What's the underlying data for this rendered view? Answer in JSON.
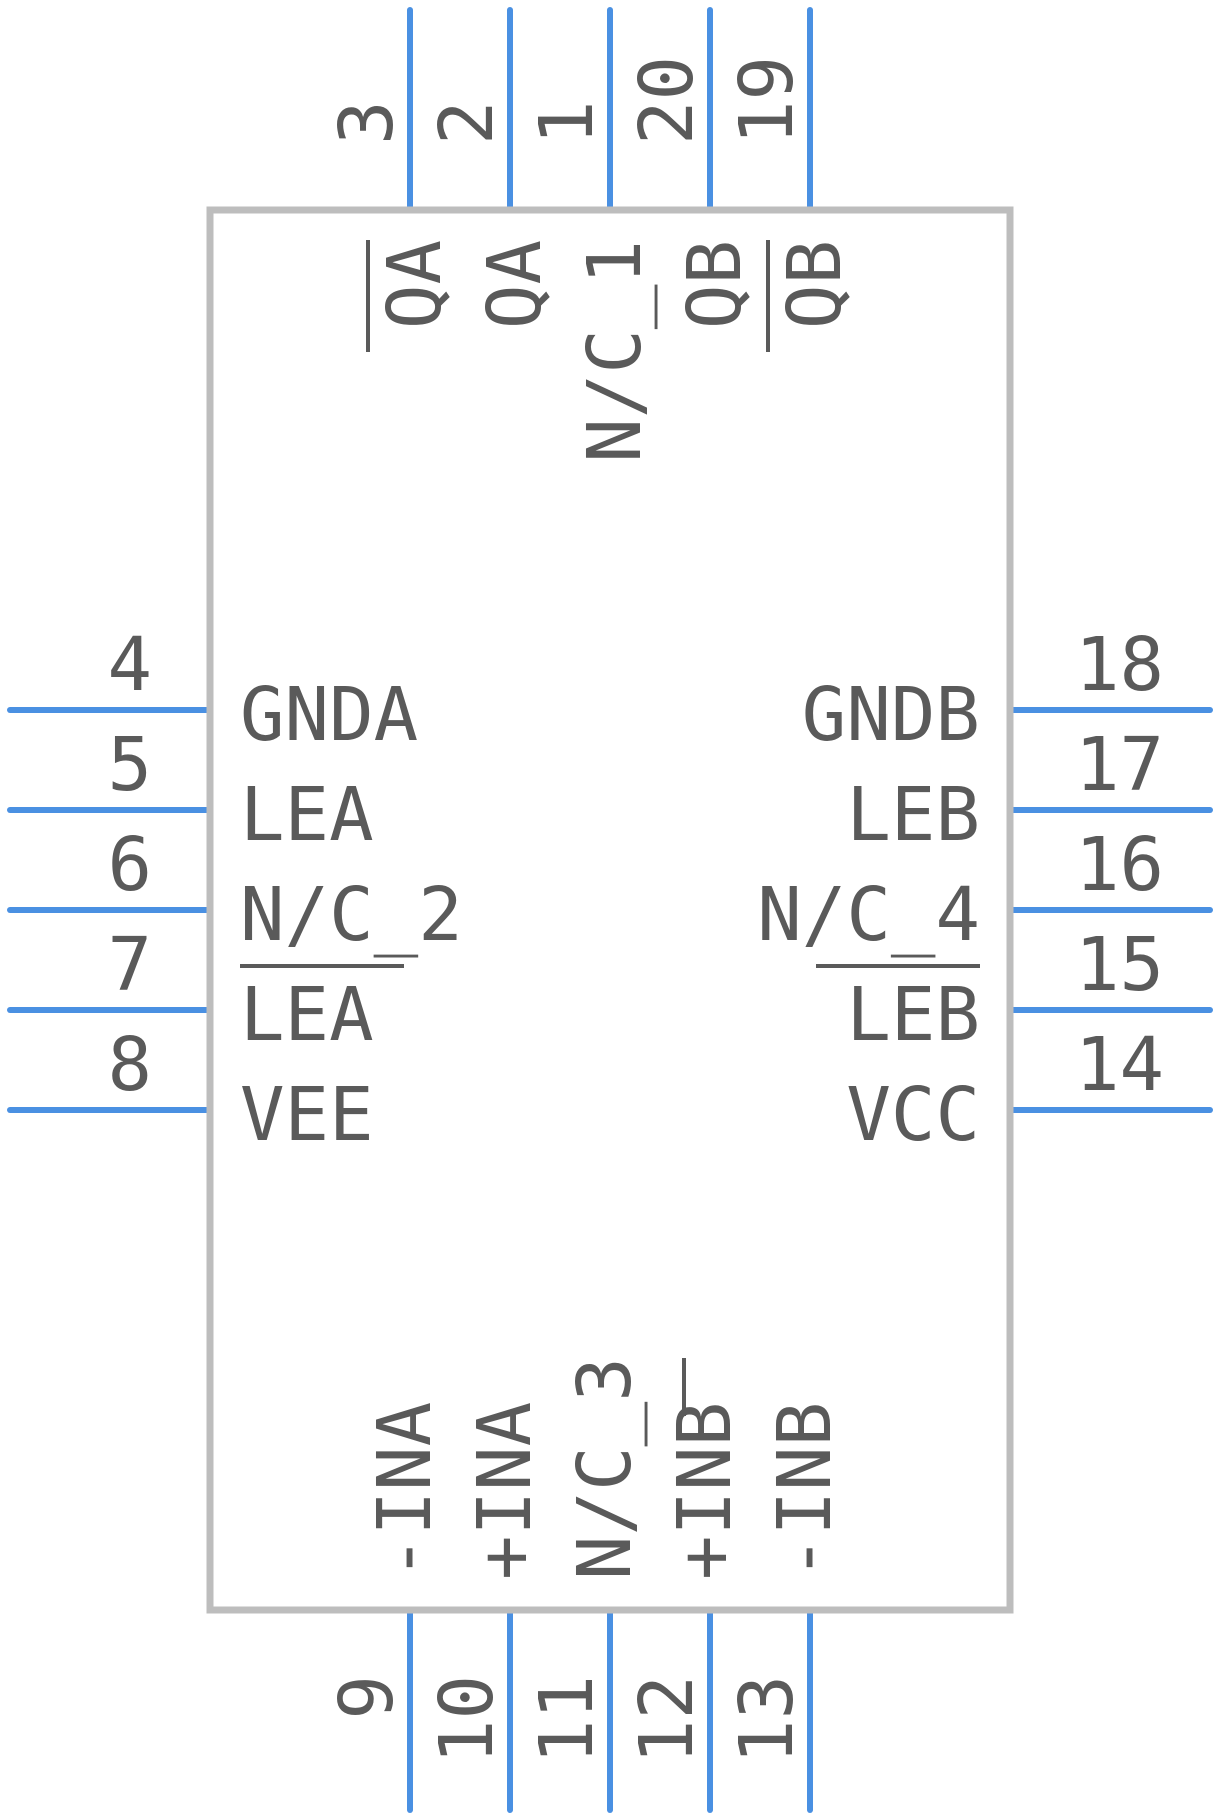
{
  "colors": {
    "pin": "#4a90e2",
    "body_stroke": "#bdbdbd",
    "text": "#5a5a5a",
    "background": "#ffffff"
  },
  "pins": {
    "p3": {
      "num": "3",
      "label": "QA"
    },
    "p2": {
      "num": "2",
      "label": "QA"
    },
    "p1": {
      "num": "1",
      "label": "N/C_1"
    },
    "p20": {
      "num": "20",
      "label": "QB"
    },
    "p19": {
      "num": "19",
      "label": "QB"
    },
    "p4": {
      "num": "4",
      "label": "GNDA"
    },
    "p5": {
      "num": "5",
      "label": "LEA"
    },
    "p6": {
      "num": "6",
      "label": "N/C_2"
    },
    "p7": {
      "num": "7",
      "label": "LEA"
    },
    "p8": {
      "num": "8",
      "label": "VEE"
    },
    "p18": {
      "num": "18",
      "label": "GNDB"
    },
    "p17": {
      "num": "17",
      "label": "LEB"
    },
    "p16": {
      "num": "16",
      "label": "N/C_4"
    },
    "p15": {
      "num": "15",
      "label": "LEB"
    },
    "p14": {
      "num": "14",
      "label": "VCC"
    },
    "p9": {
      "num": "9",
      "label": "-INA"
    },
    "p10": {
      "num": "10",
      "label": "+INA"
    },
    "p11": {
      "num": "11",
      "label": "N/C_3"
    },
    "p12": {
      "num": "12",
      "label": "+INB"
    },
    "p13": {
      "num": "13",
      "label": "-INB"
    }
  }
}
